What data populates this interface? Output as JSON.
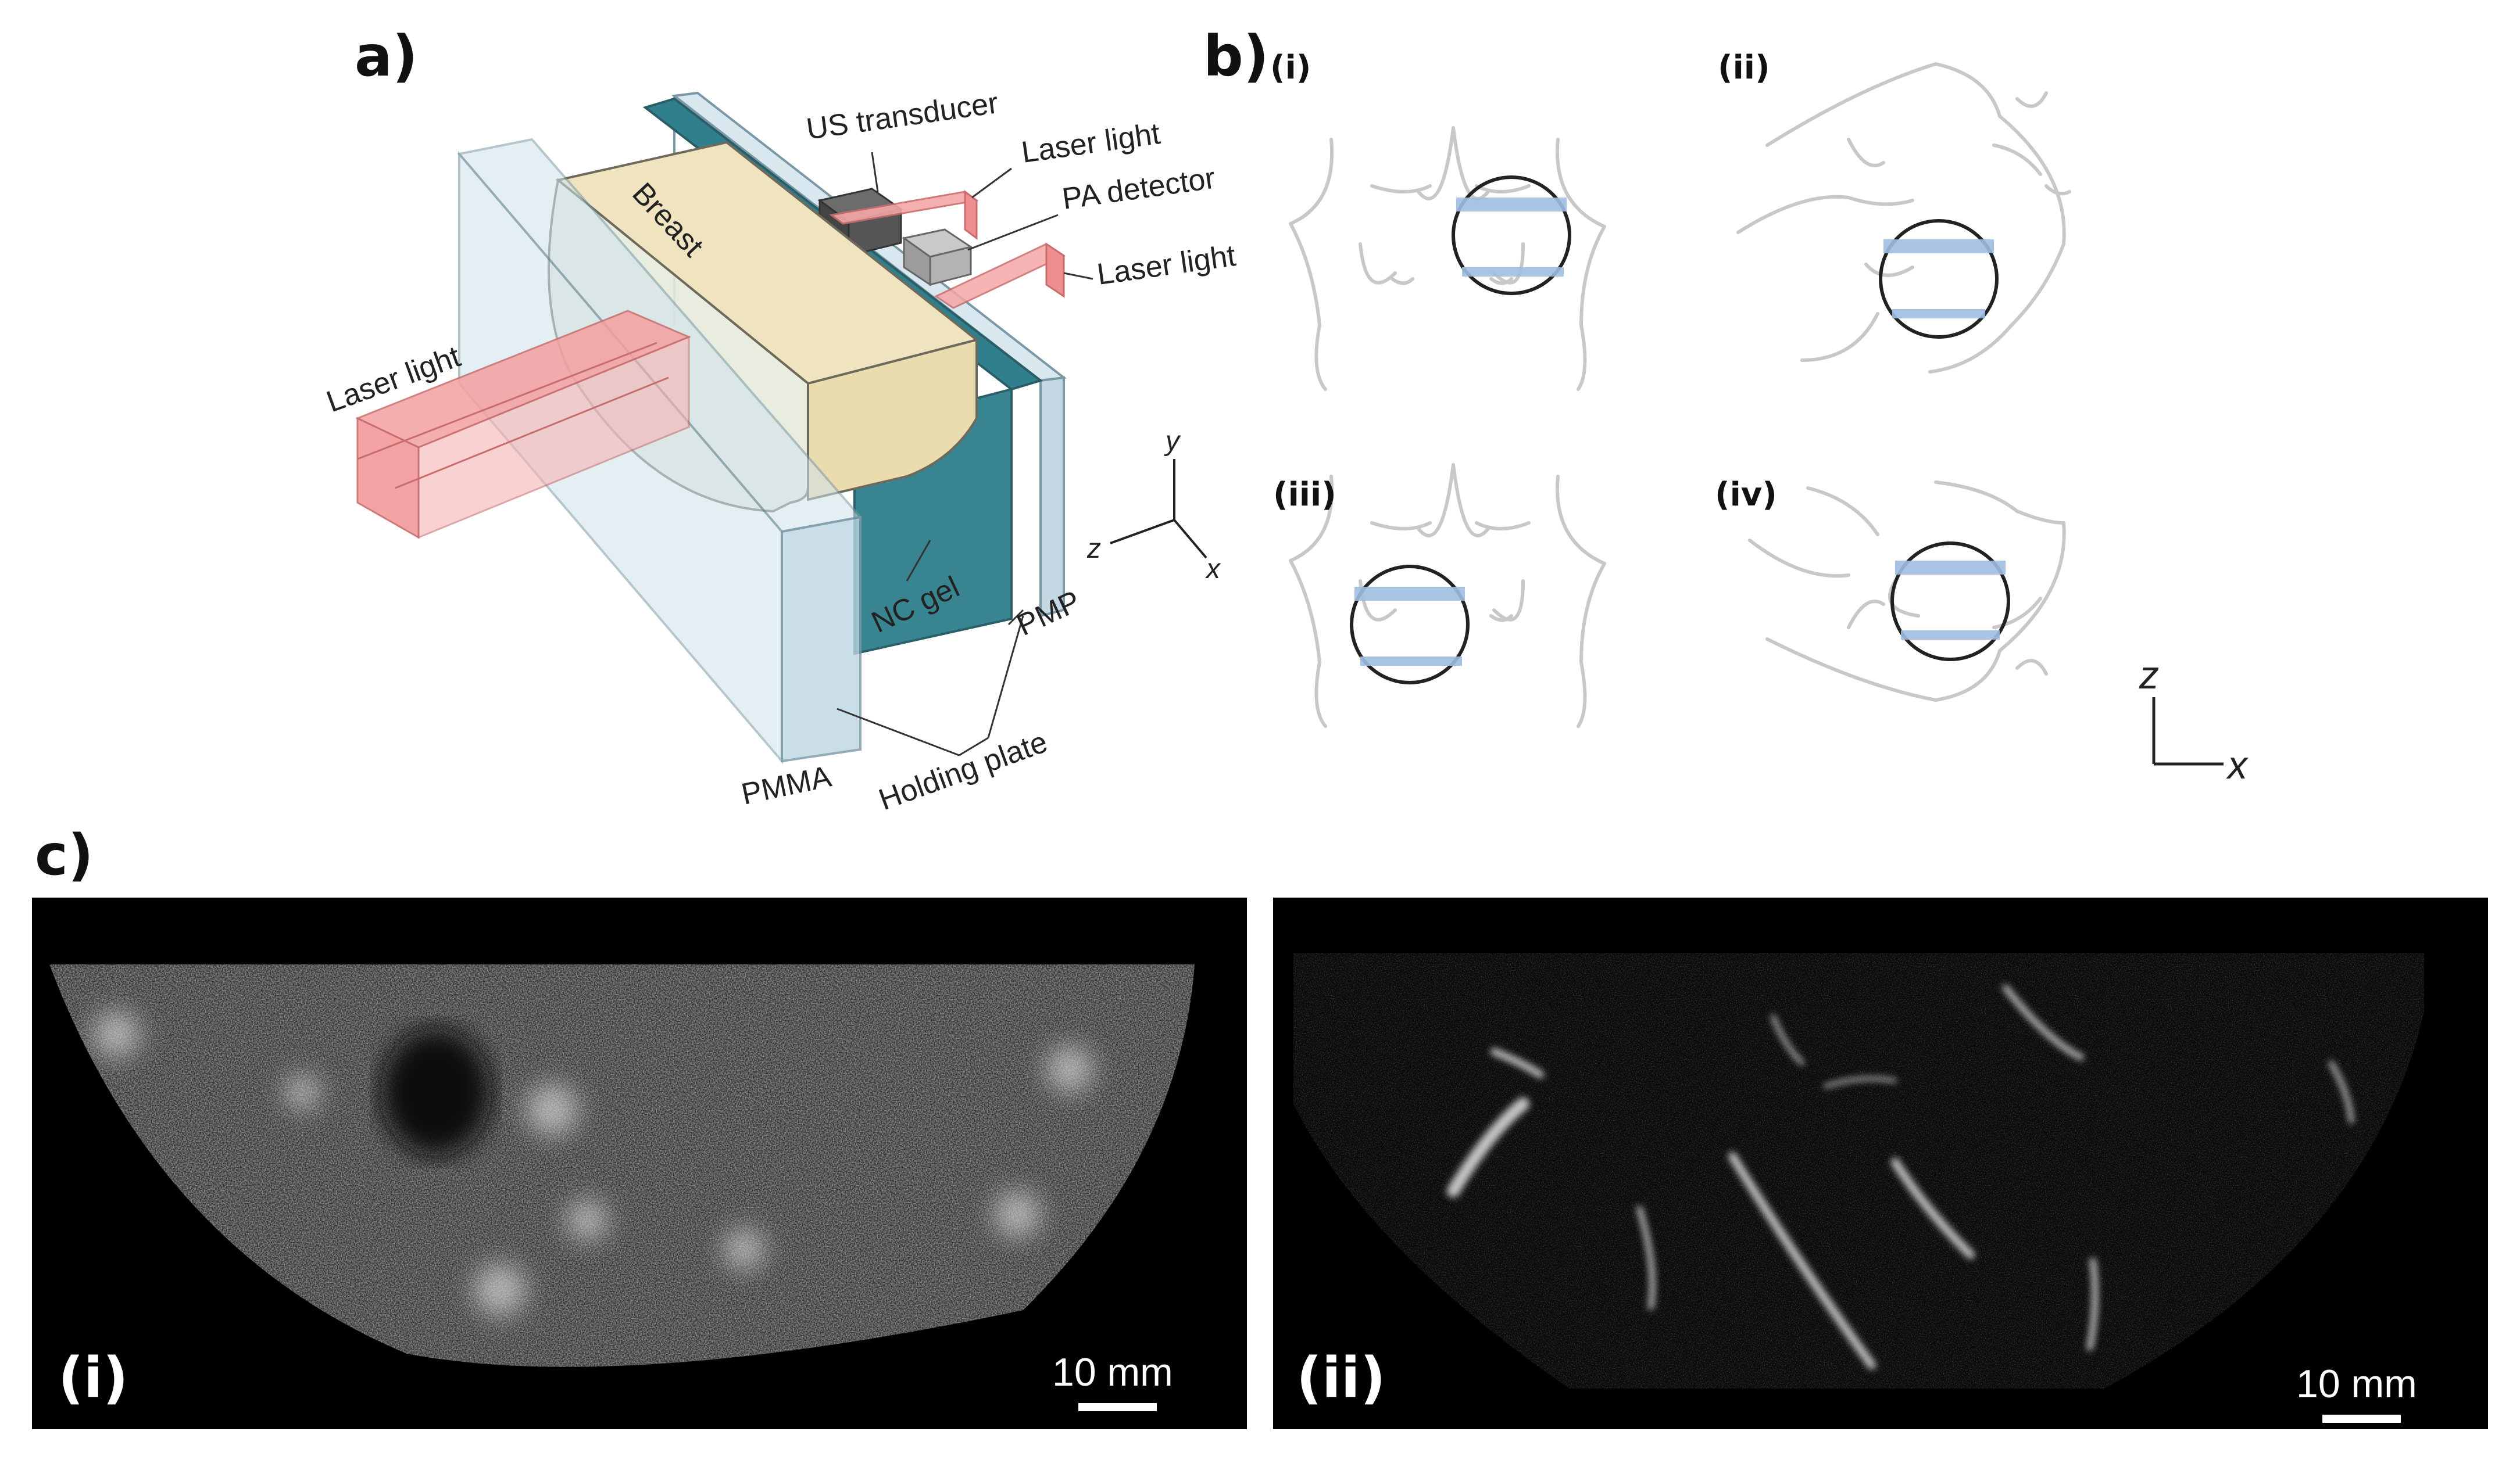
{
  "panels": {
    "a": {
      "letter": "a)",
      "labels": {
        "us_transducer": "US transducer",
        "laser_light_top": "Laser light",
        "pa_detector": "PA detector",
        "laser_light_right": "Laser light",
        "laser_light_left": "Laser light",
        "breast": "Breast",
        "nc_gel": "NC gel",
        "pmp": "PMP",
        "pmma": "PMMA",
        "holding_plate": "Holding plate"
      },
      "axes": {
        "y": "y",
        "z": "z",
        "x": "x"
      }
    },
    "b": {
      "letter": "b)",
      "views": {
        "i": "(i)",
        "ii": "(ii)",
        "iii": "(iii)",
        "iv": "(iv)"
      },
      "axes": {
        "z": "z",
        "x": "x"
      }
    },
    "c": {
      "letter": "c)",
      "images": {
        "i": {
          "label": "(i)",
          "scale": "10 mm"
        },
        "ii": {
          "label": "(ii)",
          "scale": "10 mm"
        }
      }
    }
  },
  "colors": {
    "plate": "#cfe3ec",
    "breast": "#eee0b8",
    "gel": "#3f8f9c",
    "laser": "#f29a9a",
    "band": "#9fbde0"
  }
}
